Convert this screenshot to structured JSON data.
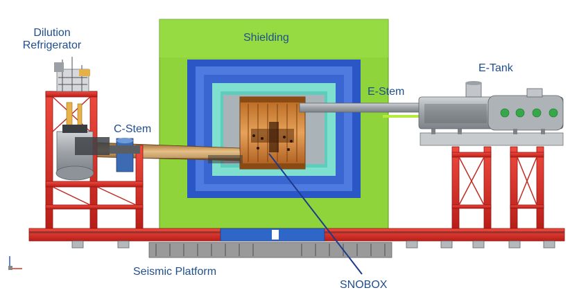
{
  "labels": {
    "dilution_refrigerator_line1": "Dilution",
    "dilution_refrigerator_line2": "Refrigerator",
    "shielding": "Shielding",
    "c_stem": "C-Stem",
    "e_stem": "E-Stem",
    "e_tank": "E-Tank",
    "seismic_platform": "Seismic Platform",
    "snobox": "SNOBOX"
  },
  "colors": {
    "label_text": "#1f4e8c",
    "shield_green": "#8fd43a",
    "shield_blue_outer": "#2a56c6",
    "shield_cyan": "#7fe0d0",
    "snobox_orange": "#d98a3a",
    "frame_red": "#d8312a",
    "tank_gray": "#a9adb2",
    "platform_gray": "#9a9a9a",
    "pointer_line": "#1e3a8a"
  },
  "icons": {
    "axis_triad": "axis-triad-icon"
  }
}
